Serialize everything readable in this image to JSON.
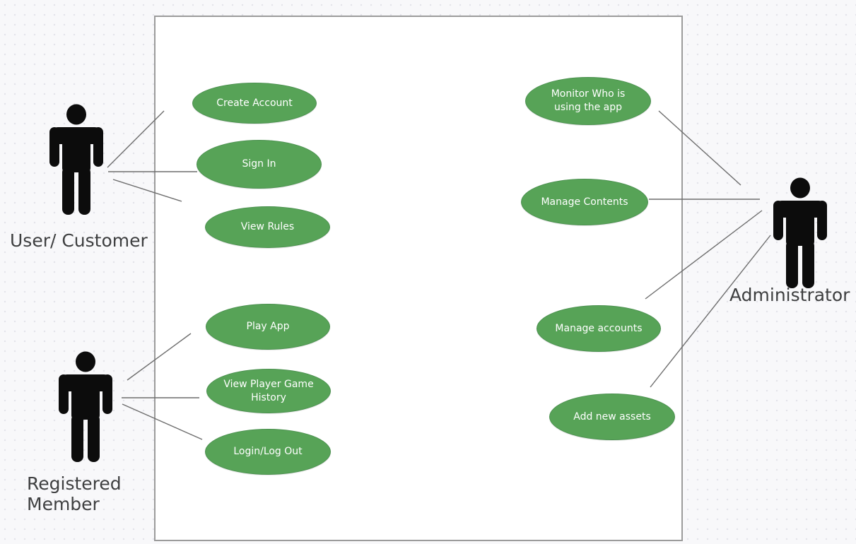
{
  "diagram": {
    "type": "uml-use-case",
    "colors": {
      "usecase_fill": "#57a357",
      "usecase_border": "#4c9150",
      "usecase_text": "#ffffff",
      "actor_color": "#0c0c0c",
      "actor_label_color": "#3e3f40",
      "association_line_color": "#6d6d6d",
      "boundary_border": "#9b9b9b",
      "boundary_fill": "#ffffff",
      "background": "#f8f8fa",
      "background_dots": "#e3e3e9"
    },
    "actors": [
      {
        "id": "user-customer",
        "label": "User/ Customer"
      },
      {
        "id": "registered-member",
        "label": "Registered Member"
      },
      {
        "id": "administrator",
        "label": "Administrator"
      }
    ],
    "usecases": [
      {
        "id": "create-account",
        "label": "Create Account"
      },
      {
        "id": "sign-in",
        "label": "Sign In"
      },
      {
        "id": "view-rules",
        "label": "View Rules"
      },
      {
        "id": "play-app",
        "label": "Play App"
      },
      {
        "id": "view-player-game-history",
        "label": "View Player Game History"
      },
      {
        "id": "login-log-out",
        "label": "Login/Log Out"
      },
      {
        "id": "monitor-who-is-using-the-app",
        "label": "Monitor Who is using the app"
      },
      {
        "id": "manage-contents",
        "label": "Manage Contents"
      },
      {
        "id": "manage-accounts",
        "label": "Manage accounts"
      },
      {
        "id": "add-new-assets",
        "label": "Add new assets"
      }
    ],
    "associations": [
      {
        "from": "User/ Customer",
        "to": "Create Account"
      },
      {
        "from": "User/ Customer",
        "to": "Sign In"
      },
      {
        "from": "User/ Customer",
        "to": "View Rules"
      },
      {
        "from": "Registered Member",
        "to": "Play App"
      },
      {
        "from": "Registered Member",
        "to": "View Player Game History"
      },
      {
        "from": "Registered Member",
        "to": "Login/Log Out"
      },
      {
        "from": "Administrator",
        "to": "Monitor Who is using the app"
      },
      {
        "from": "Administrator",
        "to": "Manage Contents"
      },
      {
        "from": "Administrator",
        "to": "Manage accounts"
      },
      {
        "from": "Administrator",
        "to": "Add new assets"
      }
    ]
  }
}
